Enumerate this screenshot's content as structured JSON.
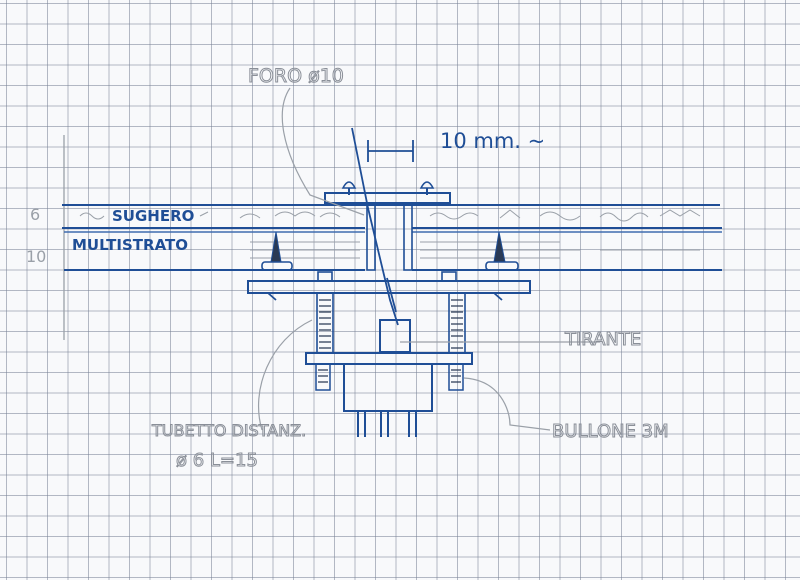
{
  "labels": {
    "hole": "FORO ø10",
    "dimension": "10 mm. ~",
    "cork": "SUGHERO",
    "plywood": "MULTISTRATO",
    "rod": "TIRANTE",
    "spacer_line1": "TUBETTO DISTANZ.",
    "spacer_line2": "ø 6  L=15",
    "bolt": "BULLONE 3M",
    "thick_cork": "6",
    "thick_plywood": "10"
  },
  "colors": {
    "ink": "#1f4e96",
    "pencil": "#8a8f98",
    "grid": "#7d8596"
  }
}
